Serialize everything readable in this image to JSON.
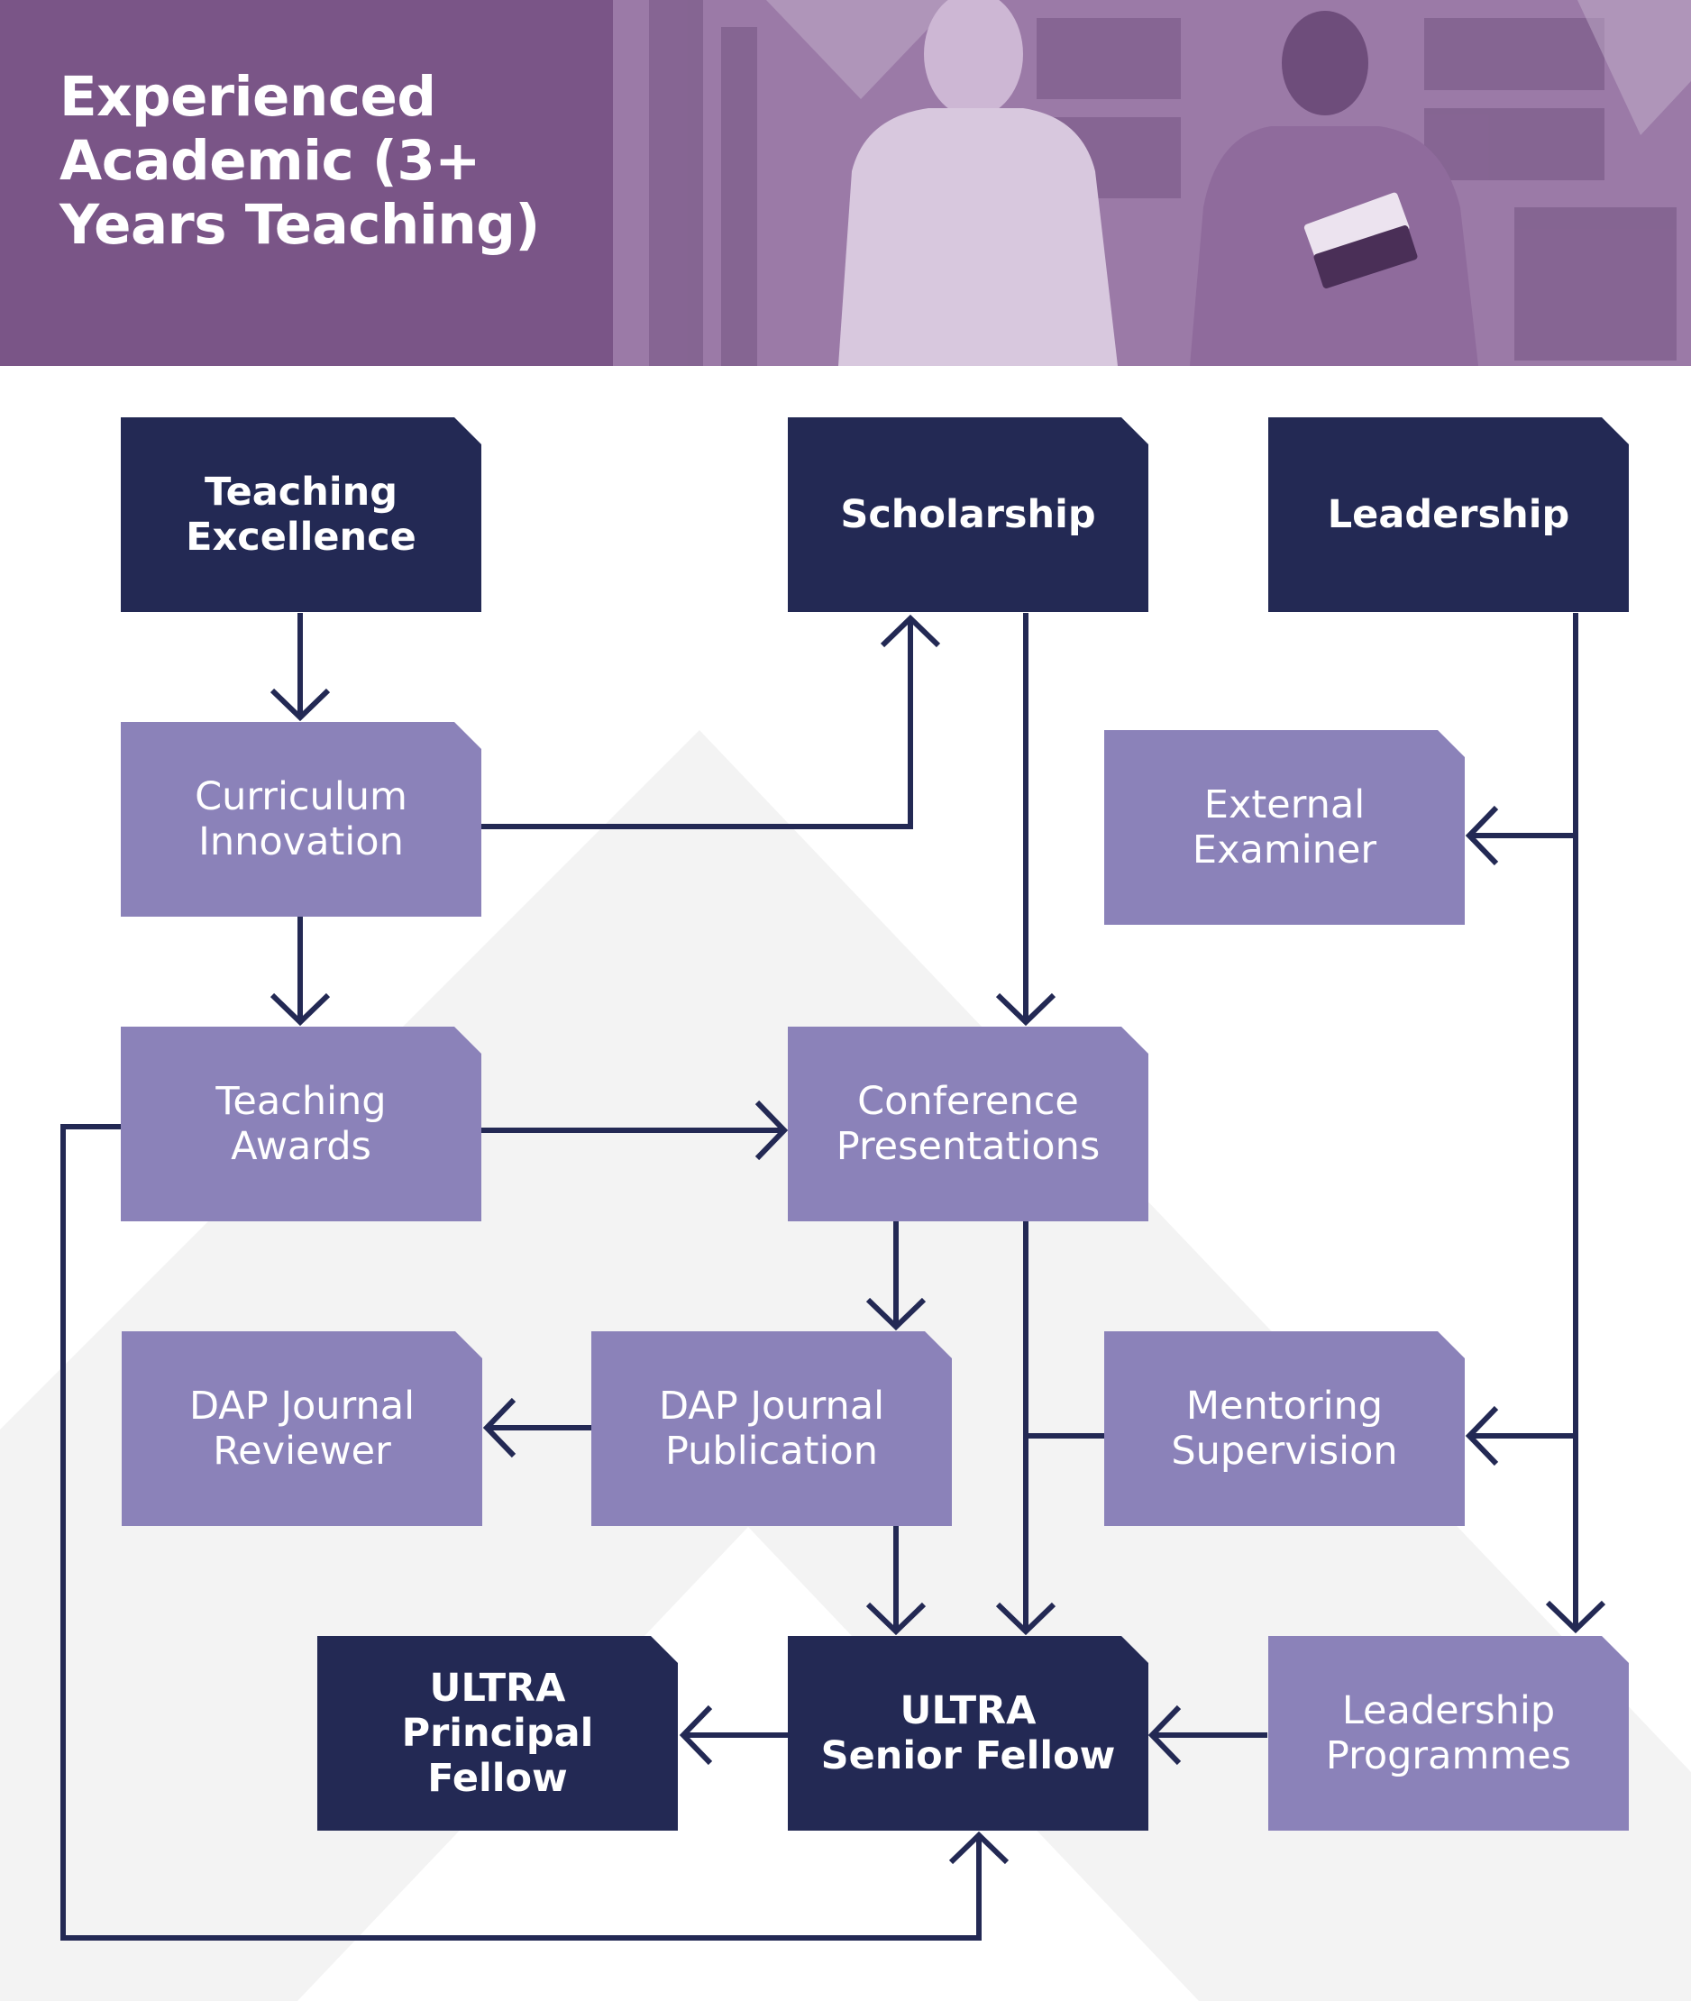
{
  "header": {
    "title": "Experienced Academic (3+ Years Teaching)"
  },
  "colors": {
    "header_bg": "#7a5587",
    "dark_node": "#232954",
    "light_node": "#8b82b9",
    "connector": "#232954",
    "background_shape": "#f3f3f3"
  },
  "nodes": {
    "teaching_excellence": "Teaching\nExcellence",
    "scholarship": "Scholarship",
    "leadership": "Leadership",
    "curriculum_innovation": "Curriculum\nInnovation",
    "external_examiner": "External\nExaminer",
    "teaching_awards": "Teaching\nAwards",
    "conference_presentations": "Conference\nPresentations",
    "dap_journal_reviewer": "DAP Journal\nReviewer",
    "dap_journal_publication": "DAP Journal\nPublication",
    "mentoring_supervision": "Mentoring\nSupervision",
    "ultra_principal_fellow": "ULTRA\nPrincipal\nFellow",
    "ultra_senior_fellow": "ULTRA\nSenior Fellow",
    "leadership_programmes": "Leadership\nProgrammes"
  },
  "connections": [
    [
      "Teaching Excellence",
      "Curriculum Innovation"
    ],
    [
      "Curriculum Innovation",
      "Scholarship"
    ],
    [
      "Curriculum Innovation",
      "Teaching Awards"
    ],
    [
      "Scholarship",
      "Conference Presentations"
    ],
    [
      "Leadership",
      "External Examiner"
    ],
    [
      "Leadership",
      "Mentoring Supervision"
    ],
    [
      "Leadership",
      "Leadership Programmes"
    ],
    [
      "Teaching Awards",
      "Conference Presentations"
    ],
    [
      "Teaching Awards",
      "ULTRA Senior Fellow"
    ],
    [
      "Conference Presentations",
      "DAP Journal Publication"
    ],
    [
      "Conference Presentations",
      "ULTRA Senior Fellow"
    ],
    [
      "Mentoring Supervision",
      "ULTRA Senior Fellow"
    ],
    [
      "DAP Journal Publication",
      "DAP Journal Reviewer"
    ],
    [
      "DAP Journal Publication",
      "ULTRA Senior Fellow"
    ],
    [
      "ULTRA Senior Fellow",
      "ULTRA Principal Fellow"
    ],
    [
      "Leadership Programmes",
      "ULTRA Senior Fellow"
    ]
  ]
}
